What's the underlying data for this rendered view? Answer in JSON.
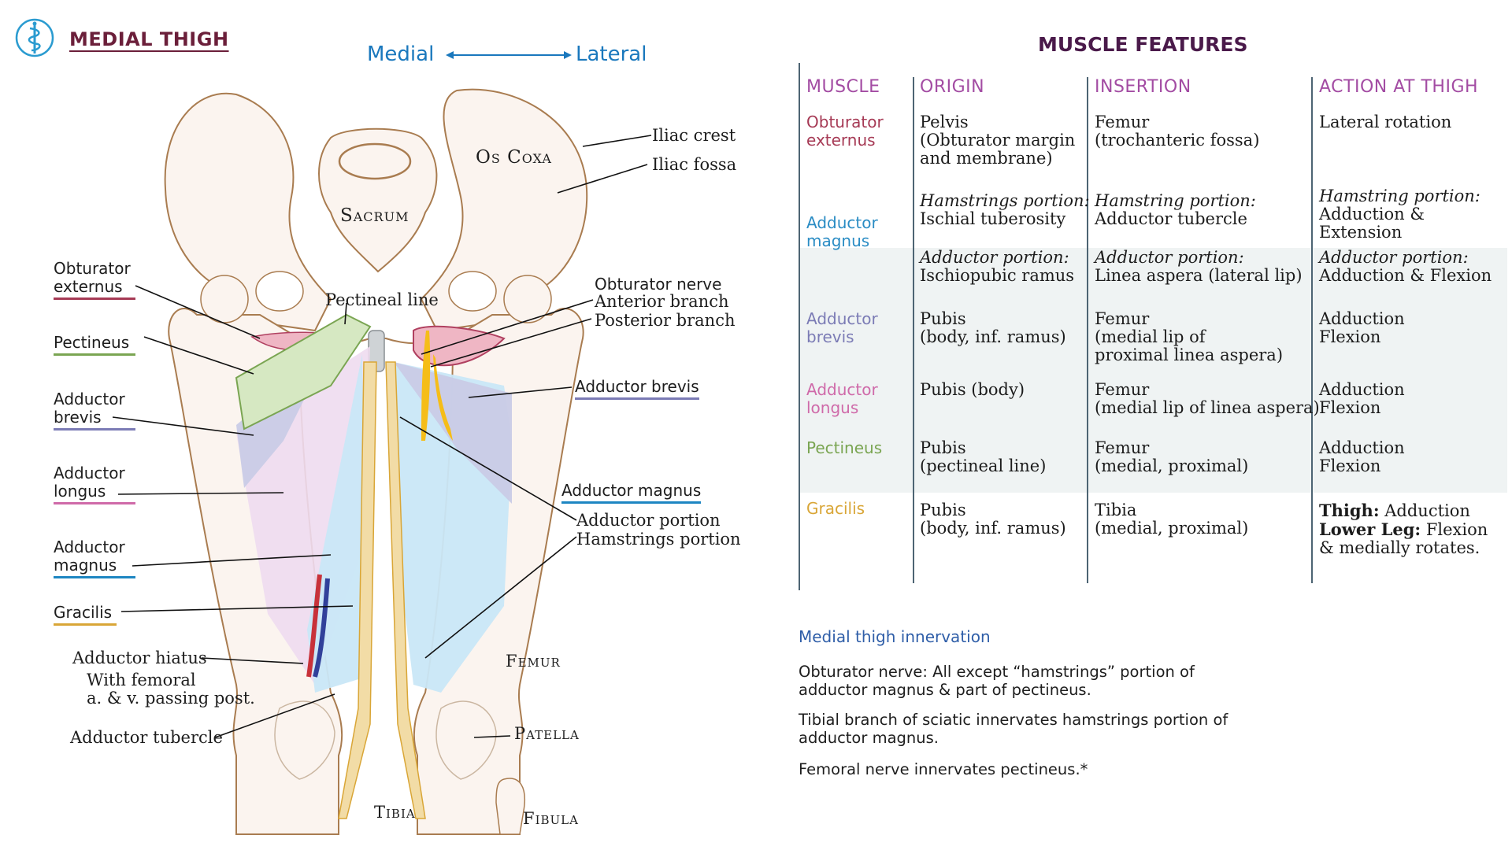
{
  "header": {
    "logo_icon": "caduceus-icon",
    "title": "MEDIAL THIGH",
    "direction": {
      "left": "Medial",
      "right": "Lateral",
      "arrow_icon": "double-arrow-icon"
    }
  },
  "diagram": {
    "bone_labels": {
      "os_coxa": "Os Coxa",
      "sacrum": "Sacrum",
      "femur": "Femur",
      "patella": "Patella",
      "tibia": "Tibia",
      "fibula": "Fibula"
    },
    "structure_labels": {
      "iliac_crest": "Iliac crest",
      "iliac_fossa": "Iliac fossa",
      "pectineal_line": "Pectineal line",
      "obturator_nerve": "Obturator nerve",
      "anterior_branch": "Anterior branch",
      "posterior_branch": "Posterior branch",
      "adductor_portion": "Adductor portion",
      "hamstrings_portion": "Hamstrings portion",
      "adductor_hiatus": "Adductor hiatus",
      "hiatus_note_1": "With femoral",
      "hiatus_note_2": "a. & v. passing post.",
      "adductor_tubercle": "Adductor tubercle"
    },
    "muscle_labels_left": [
      {
        "line1": "Obturator",
        "line2": "externus",
        "color": "#a63a55"
      },
      {
        "line1": "Pectineus",
        "line2": "",
        "color": "#7aa552"
      },
      {
        "line1": "Adductor",
        "line2": "brevis",
        "color": "#7b7bb5"
      },
      {
        "line1": "Adductor",
        "line2": "longus",
        "color": "#cf6aa9"
      },
      {
        "line1": "Adductor",
        "line2": "magnus",
        "color": "#1d86c2"
      },
      {
        "line1": "Gracilis",
        "line2": "",
        "color": "#d9a637"
      }
    ],
    "muscle_labels_right": [
      {
        "text": "Adductor brevis",
        "color": "#7b7bb5"
      },
      {
        "text": "Adductor magnus",
        "color": "#1d86c2"
      }
    ],
    "colors": {
      "bone_fill": "#fbf4ef",
      "bone_stroke": "#a97c50",
      "pectineus": "#d6e8c2",
      "adductor_brevis": "#c9cbe6",
      "adductor_longus": "#eedcef",
      "adductor_magnus": "#c9e7f7",
      "gracilis": "#f2dca6",
      "obturator_externus": "#ee b6c4",
      "nerve": "#f5bd18",
      "artery": "#c8323a",
      "vein": "#31409a"
    }
  },
  "table": {
    "title": "MUSCLE FEATURES",
    "headers": [
      "MUSCLE",
      "ORIGIN",
      "INSERTION",
      "ACTION AT THIGH"
    ],
    "rows": [
      {
        "muscle": [
          "Obturator",
          "externus"
        ],
        "color": "#a63a55",
        "origin": [
          "Pelvis",
          "(Obturator margin",
          "and membrane)"
        ],
        "insertion": [
          "Femur",
          "(trochanteric fossa)"
        ],
        "action": [
          "Lateral rotation"
        ]
      },
      {
        "muscle": [
          "Adductor",
          "magnus"
        ],
        "color": "#2a8cc4",
        "portions": [
          {
            "origin_label": "Hamstrings portion:",
            "origin": "Ischial tuberosity",
            "insertion_label": "Hamstring portion:",
            "insertion": "Adductor tubercle",
            "action_label": "Hamstring portion:",
            "action": "Adduction & Extension"
          },
          {
            "origin_label": "Adductor portion:",
            "origin": "Ischiopubic ramus",
            "insertion_label": "Adductor portion:",
            "insertion": "Linea aspera (lateral lip)",
            "action_label": "Adductor portion:",
            "action": "Adduction & Flexion"
          }
        ]
      },
      {
        "muscle": [
          "Adductor",
          "brevis"
        ],
        "color": "#7b7bb5",
        "origin": [
          "Pubis",
          "(body, inf. ramus)"
        ],
        "insertion": [
          "Femur",
          "(medial lip of",
          "proximal linea aspera)"
        ],
        "action": [
          "Adduction",
          "Flexion"
        ]
      },
      {
        "muscle": [
          "Adductor",
          "longus"
        ],
        "color": "#cf6aa9",
        "origin": [
          "Pubis (body)"
        ],
        "insertion": [
          "Femur",
          "(medial lip of linea aspera)"
        ],
        "action": [
          "Adduction",
          "Flexion"
        ]
      },
      {
        "muscle": [
          "Pectineus"
        ],
        "color": "#7aa552",
        "origin": [
          "Pubis",
          "(pectineal line)"
        ],
        "insertion": [
          "Femur",
          "(medial, proximal)"
        ],
        "action": [
          "Adduction",
          "Flexion"
        ]
      },
      {
        "muscle": [
          "Gracilis"
        ],
        "color": "#d9a637",
        "origin": [
          "Pubis",
          "(body, inf. ramus)"
        ],
        "insertion": [
          "Tibia",
          "(medial, proximal)"
        ],
        "action_parts": [
          {
            "bold": "Thigh:",
            "text": " Adduction"
          },
          {
            "bold": "Lower Leg:",
            "text": " Flexion"
          },
          {
            "bold": "",
            "text": "& medially rotates."
          }
        ]
      }
    ]
  },
  "innervation": {
    "title": "Medial thigh innervation",
    "items": [
      "Obturator nerve: All except “hamstrings” portion of adductor magnus & part of pectineus.",
      "Tibial branch of sciatic innervates hamstrings portion of adductor magnus.",
      "Femoral nerve innervates pectineus.*"
    ]
  }
}
